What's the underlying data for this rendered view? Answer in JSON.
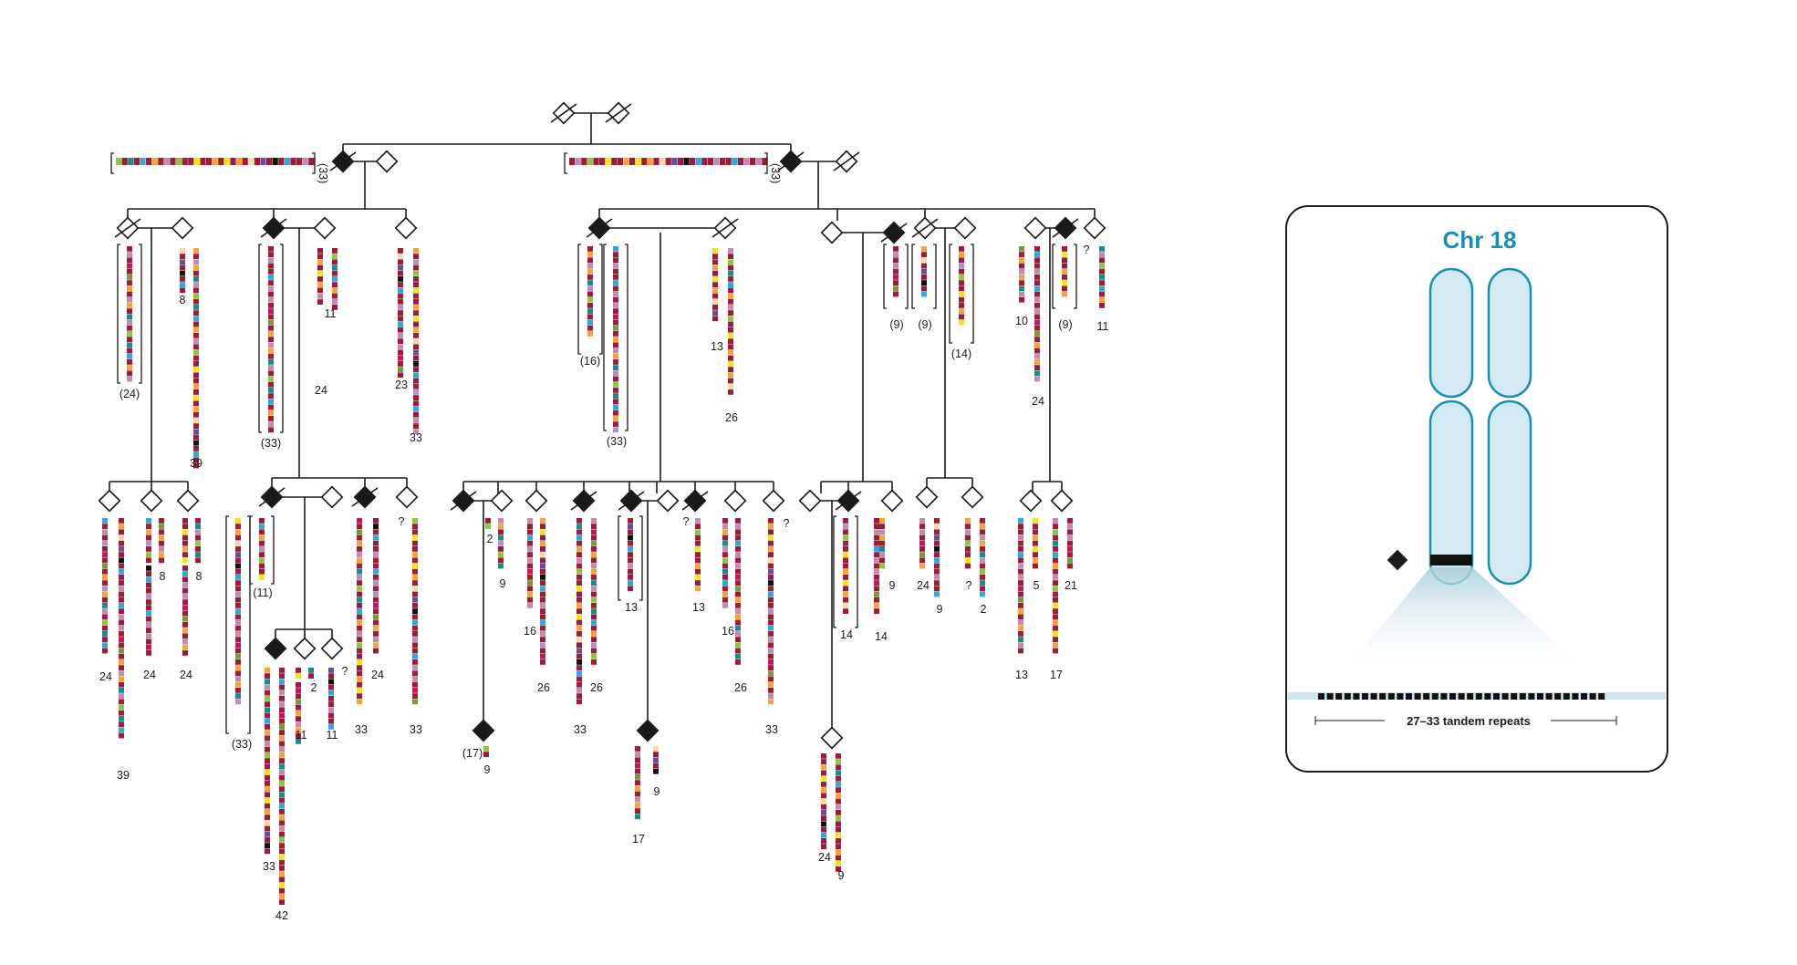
{
  "colors": {
    "line": "#1a1a1a",
    "affected": "#1a1a1a",
    "unaffected": "#ffffff",
    "panel_accent": "#1a8fb5",
    "chromosome_fill": "#d4eaf2",
    "repeat_palette": {
      "r": "#9c1c3a",
      "p": "#c08bb8",
      "o": "#f7a23b",
      "y": "#ece81a",
      "l": "#8ec63f",
      "b": "#2fa9dc",
      "t": "#1b8a8a",
      "v": "#6a4c9c",
      "k": "#111111",
      "c": "#f5d9a8",
      "g": "#7a9a3a",
      "m": "#c2185b"
    }
  },
  "panel": {
    "title": "Chr 18",
    "scale_label": "27–33 tandem repeats"
  },
  "founder_counts": [
    "(33)",
    "(33)"
  ],
  "labels": [
    {
      "id": "g2-bracket-1",
      "text": "(24)"
    },
    {
      "id": "g2-a-8",
      "text": "8"
    },
    {
      "id": "g2-a-39",
      "text": "39"
    },
    {
      "id": "g2-bracket-2",
      "text": "(33)"
    },
    {
      "id": "g2-b-11",
      "text": "11"
    },
    {
      "id": "g2-b-24",
      "text": "24"
    },
    {
      "id": "g2-c-23",
      "text": "23"
    },
    {
      "id": "g2-c-33",
      "text": "33"
    },
    {
      "id": "g2-bracket-3",
      "text": "(16)"
    },
    {
      "id": "g2-bracket-4",
      "text": "(33)"
    },
    {
      "id": "g2-d-13",
      "text": "13"
    },
    {
      "id": "g2-d-26",
      "text": "26"
    },
    {
      "id": "g2-bracket-5",
      "text": "(9)"
    },
    {
      "id": "g2-bracket-6",
      "text": "(9)"
    },
    {
      "id": "g2-bracket-7",
      "text": "(14)"
    },
    {
      "id": "g2-e-10",
      "text": "10"
    },
    {
      "id": "g2-e-24",
      "text": "24"
    },
    {
      "id": "g2-bracket-8",
      "text": "(9)"
    },
    {
      "id": "g2-q",
      "text": "?"
    },
    {
      "id": "g2-e-11",
      "text": "11"
    },
    {
      "id": "g3-24a",
      "text": "24"
    },
    {
      "id": "g3-39",
      "text": "39"
    },
    {
      "id": "g3-8a",
      "text": "8"
    },
    {
      "id": "g3-24b",
      "text": "24"
    },
    {
      "id": "g3-8b",
      "text": "8"
    },
    {
      "id": "g3-24c",
      "text": "24"
    },
    {
      "id": "g3-bracket-33",
      "text": "(33)"
    },
    {
      "id": "g3-bracket-11",
      "text": "(11)"
    },
    {
      "id": "g3-33a",
      "text": "33"
    },
    {
      "id": "g3-24d",
      "text": "24"
    },
    {
      "id": "g3-q1",
      "text": "?"
    },
    {
      "id": "g3-33b",
      "text": "33"
    },
    {
      "id": "g4-33",
      "text": "33"
    },
    {
      "id": "g4-42",
      "text": "42"
    },
    {
      "id": "g4-2",
      "text": "2"
    },
    {
      "id": "g4-11a",
      "text": "11"
    },
    {
      "id": "g4-q",
      "text": "?"
    },
    {
      "id": "g4-11b",
      "text": "11"
    },
    {
      "id": "g3-2",
      "text": "2"
    },
    {
      "id": "g3-9a",
      "text": "9"
    },
    {
      "id": "g3-16a",
      "text": "16"
    },
    {
      "id": "g3-26a",
      "text": "26"
    },
    {
      "id": "g3-33c",
      "text": "33"
    },
    {
      "id": "g3-26b",
      "text": "26"
    },
    {
      "id": "g3-13a",
      "text": "13"
    },
    {
      "id": "g3-q2",
      "text": "?"
    },
    {
      "id": "g3-13b",
      "text": "13"
    },
    {
      "id": "g3-16b",
      "text": "16"
    },
    {
      "id": "g3-26c",
      "text": "26"
    },
    {
      "id": "g3-33d",
      "text": "33"
    },
    {
      "id": "g3-q3",
      "text": "?"
    },
    {
      "id": "g3-bracket-17",
      "text": "(17)"
    },
    {
      "id": "g3-9b",
      "text": "9"
    },
    {
      "id": "g3-17",
      "text": "17"
    },
    {
      "id": "g3-9c",
      "text": "9"
    },
    {
      "id": "g3-14a",
      "text": "14"
    },
    {
      "id": "g3-9d",
      "text": "9"
    },
    {
      "id": "g3-14b",
      "text": "14"
    },
    {
      "id": "g3-24e",
      "text": "24"
    },
    {
      "id": "g3-9e",
      "text": "9"
    },
    {
      "id": "g3-24f",
      "text": "24"
    },
    {
      "id": "g3-9f",
      "text": "9"
    },
    {
      "id": "g4b-q",
      "text": "?"
    },
    {
      "id": "g4b-2",
      "text": "2"
    },
    {
      "id": "g4b-13",
      "text": "13"
    },
    {
      "id": "g4b-5",
      "text": "5"
    },
    {
      "id": "g4b-17",
      "text": "17"
    },
    {
      "id": "g4b-21",
      "text": "21"
    }
  ]
}
